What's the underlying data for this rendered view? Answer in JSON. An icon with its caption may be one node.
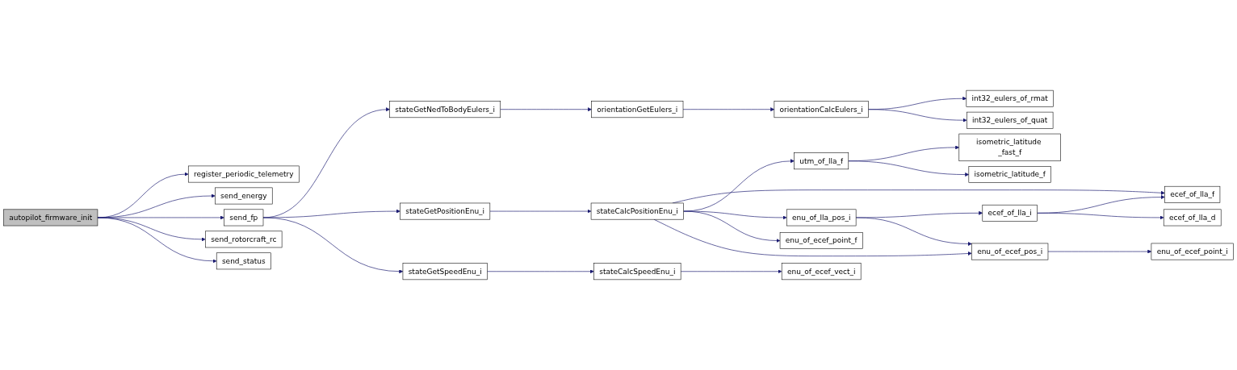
{
  "diagram": {
    "nodes": [
      {
        "text": [
          "autopilot_firmware_init"
        ]
      },
      {
        "text": [
          "register_periodic_telemetry"
        ]
      },
      {
        "text": [
          "send_energy"
        ]
      },
      {
        "text": [
          "send_fp"
        ]
      },
      {
        "text": [
          "send_rotorcraft_rc"
        ]
      },
      {
        "text": [
          "send_status"
        ]
      },
      {
        "text": [
          "stateGetNedToBodyEulers_i"
        ]
      },
      {
        "text": [
          "stateGetPositionEnu_i"
        ]
      },
      {
        "text": [
          "stateGetSpeedEnu_i"
        ]
      },
      {
        "text": [
          "orientationGetEulers_i"
        ]
      },
      {
        "text": [
          "stateCalcPositionEnu_i"
        ]
      },
      {
        "text": [
          "stateCalcSpeedEnu_i"
        ]
      },
      {
        "text": [
          "orientationCalcEulers_i"
        ]
      },
      {
        "text": [
          "utm_of_lla_f"
        ]
      },
      {
        "text": [
          "enu_of_lla_pos_i"
        ]
      },
      {
        "text": [
          "enu_of_ecef_point_f"
        ]
      },
      {
        "text": [
          "enu_of_ecef_vect_i"
        ]
      },
      {
        "text": [
          "int32_eulers_of_rmat"
        ]
      },
      {
        "text": [
          "int32_eulers_of_quat"
        ]
      },
      {
        "text": [
          "isometric_latitude _fast_f"
        ]
      },
      {
        "text": [
          "isometric_latitude_f"
        ]
      },
      {
        "text": [
          "ecef_of_lla_f"
        ]
      },
      {
        "text": [
          "ecef_of_lla_i"
        ]
      },
      {
        "text": [
          "enu_of_ecef_pos_i"
        ]
      },
      {
        "text": [
          "ecef_of_lla_d"
        ]
      },
      {
        "text": [
          "enu_of_ecef_point_i"
        ]
      }
    ],
    "edges": [
      {
        "from": 0,
        "to": 1,
        "arrow": "to"
      },
      {
        "from": 0,
        "to": 2,
        "arrow": "to"
      },
      {
        "from": 0,
        "to": 3,
        "arrow": "to"
      },
      {
        "from": 0,
        "to": 4,
        "arrow": "to"
      },
      {
        "from": 0,
        "to": 5,
        "arrow": "to"
      },
      {
        "from": 3,
        "to": 6,
        "arrow": "to"
      },
      {
        "from": 3,
        "to": 7,
        "arrow": "to"
      },
      {
        "from": 3,
        "to": 8,
        "arrow": "to"
      },
      {
        "from": 6,
        "to": 9,
        "arrow": "to"
      },
      {
        "from": 9,
        "to": 12,
        "arrow": "to"
      },
      {
        "from": 12,
        "to": 17,
        "arrow": "to"
      },
      {
        "from": 12,
        "to": 18,
        "arrow": "to"
      },
      {
        "from": 7,
        "to": 10,
        "arrow": "to"
      },
      {
        "from": 10,
        "to": 13,
        "arrow": "to"
      },
      {
        "from": 10,
        "to": 21,
        "arrow": "to"
      },
      {
        "from": 10,
        "to": 14,
        "arrow": "to"
      },
      {
        "from": 10,
        "to": 15,
        "arrow": "to"
      },
      {
        "from": 10,
        "to": 23,
        "arrow": "to"
      },
      {
        "from": 13,
        "to": 19,
        "arrow": "to"
      },
      {
        "from": 13,
        "to": 20,
        "arrow": "to"
      },
      {
        "from": 14,
        "to": 22,
        "arrow": "to"
      },
      {
        "from": 14,
        "to": 23,
        "arrow": "to"
      },
      {
        "from": 22,
        "to": 21,
        "arrow": "to"
      },
      {
        "from": 22,
        "to": 24,
        "arrow": "to"
      },
      {
        "from": 23,
        "to": 25,
        "arrow": "to"
      },
      {
        "from": 8,
        "to": 11,
        "arrow": "to"
      },
      {
        "from": 11,
        "to": 16,
        "arrow": "to"
      }
    ]
  }
}
